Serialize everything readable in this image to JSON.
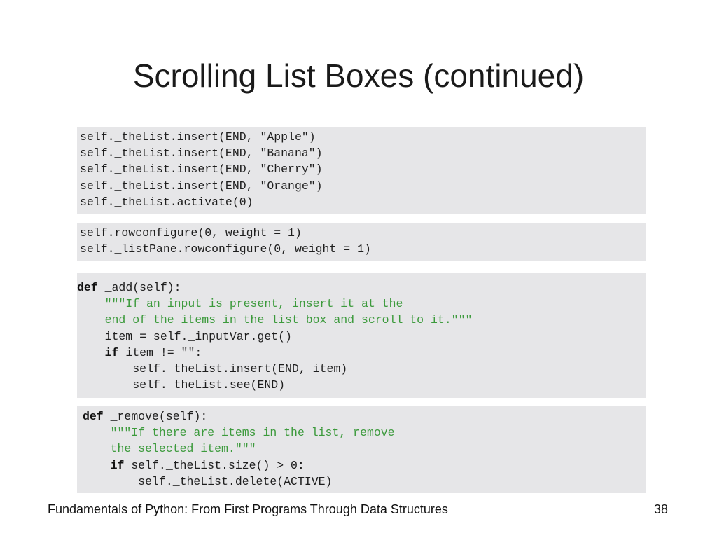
{
  "slide": {
    "title": "Scrolling List Boxes (continued)"
  },
  "code_blocks": {
    "insert_items": [
      "self._theList.insert(END, \"Apple\")",
      "self._theList.insert(END, \"Banana\")",
      "self._theList.insert(END, \"Cherry\")",
      "self._theList.insert(END, \"Orange\")",
      "self._theList.activate(0)"
    ],
    "row_config": [
      "self.rowconfigure(0, weight = 1)",
      "self._listPane.rowconfigure(0, weight = 1)"
    ],
    "add_method": {
      "def_kw": "def",
      "signature": " _add(self):",
      "doc1": "    \"\"\"If an input is present, insert it at the",
      "doc2": "    end of the items in the list box and scroll to it.\"\"\"",
      "line3": "    item = self._inputVar.get()",
      "if_indent": "    ",
      "if_kw": "if",
      "if_rest": " item != \"\":",
      "line5": "        self._theList.insert(END, item)",
      "line6": "        self._theList.see(END)"
    },
    "remove_method": {
      "def_kw": "def",
      "signature": " _remove(self):",
      "doc1": "    \"\"\"If there are items in the list, remove",
      "doc2": "    the selected item.\"\"\"",
      "if_indent": "    ",
      "if_kw": "if",
      "if_rest": " self._theList.size() > 0:",
      "line4": "        self._theList.delete(ACTIVE)"
    }
  },
  "footer": {
    "left": "Fundamentals of Python: From First Programs Through Data Structures",
    "page_number": "38"
  },
  "colors": {
    "code_background": "#e6e6e8",
    "docstring": "#3c9a3c",
    "text": "#1e1e1e"
  }
}
